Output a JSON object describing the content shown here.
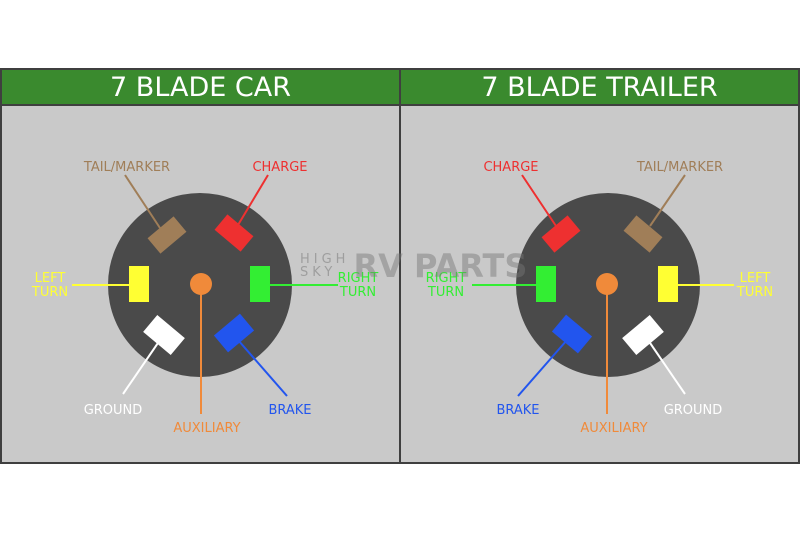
{
  "colors": {
    "header_bg": "#3a8a2e",
    "panel_bg": "#c9c9c9",
    "plug_body": "#4a4a4a",
    "tail_marker": "#a07e58",
    "charge": "#ee3030",
    "left_turn": "#ffff33",
    "right_turn": "#33ee33",
    "ground": "#ffffff",
    "brake": "#2255ee",
    "auxiliary": "#f08a3a"
  },
  "car": {
    "title": "7 BLADE CAR",
    "labels": {
      "tail_marker": "TAIL/MARKER",
      "charge": "CHARGE",
      "left_line1": "LEFT",
      "left_line2": "TURN",
      "right_line1": "RIGHT",
      "right_line2": "TURN",
      "ground": "GROUND",
      "brake": "BRAKE",
      "auxiliary": "AUXILIARY"
    }
  },
  "trailer": {
    "title": "7 BLADE TRAILER",
    "labels": {
      "charge": "CHARGE",
      "tail_marker": "TAIL/MARKER",
      "right_line1": "RIGHT",
      "right_line2": "TURN",
      "left_line1": "LEFT",
      "left_line2": "TURN",
      "brake": "BRAKE",
      "ground": "GROUND",
      "auxiliary": "AUXILIARY"
    }
  },
  "watermark": {
    "line1": "HIGH",
    "line2": "SKY",
    "brand": "RV PARTS"
  }
}
